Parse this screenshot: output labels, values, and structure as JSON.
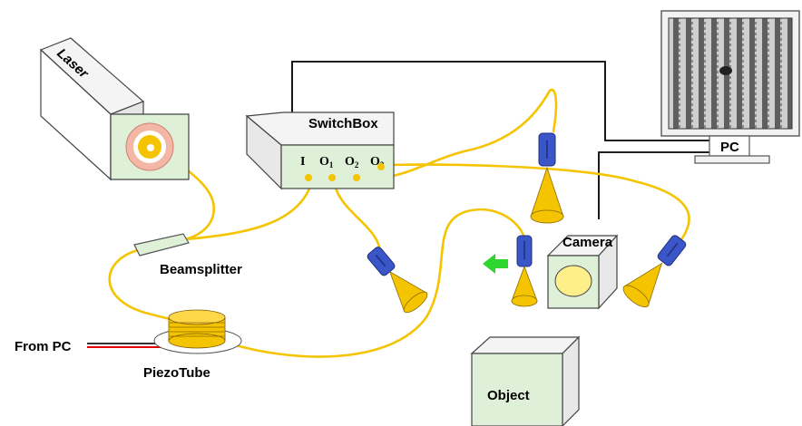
{
  "labels": {
    "laser": "Laser",
    "switchbox": "SwitchBox",
    "port_i": "I",
    "port_o": "O",
    "port_o1_sub": "1",
    "port_o2_sub": "2",
    "port_o3_sub": "3",
    "beamsplitter": "Beamsplitter",
    "from_pc": "From PC",
    "piezotube": "PiezoTube",
    "camera": "Camera",
    "pc": "PC",
    "object": "Object"
  },
  "colors": {
    "fiber": "#f5c400",
    "box_face": "#dff0d8",
    "box_top": "#f4f4f4",
    "probe_blue": "#3a56c8",
    "cone_yellow": "#f5c400",
    "arrow_green": "#2fd62f",
    "red_wire": "#e00000"
  }
}
